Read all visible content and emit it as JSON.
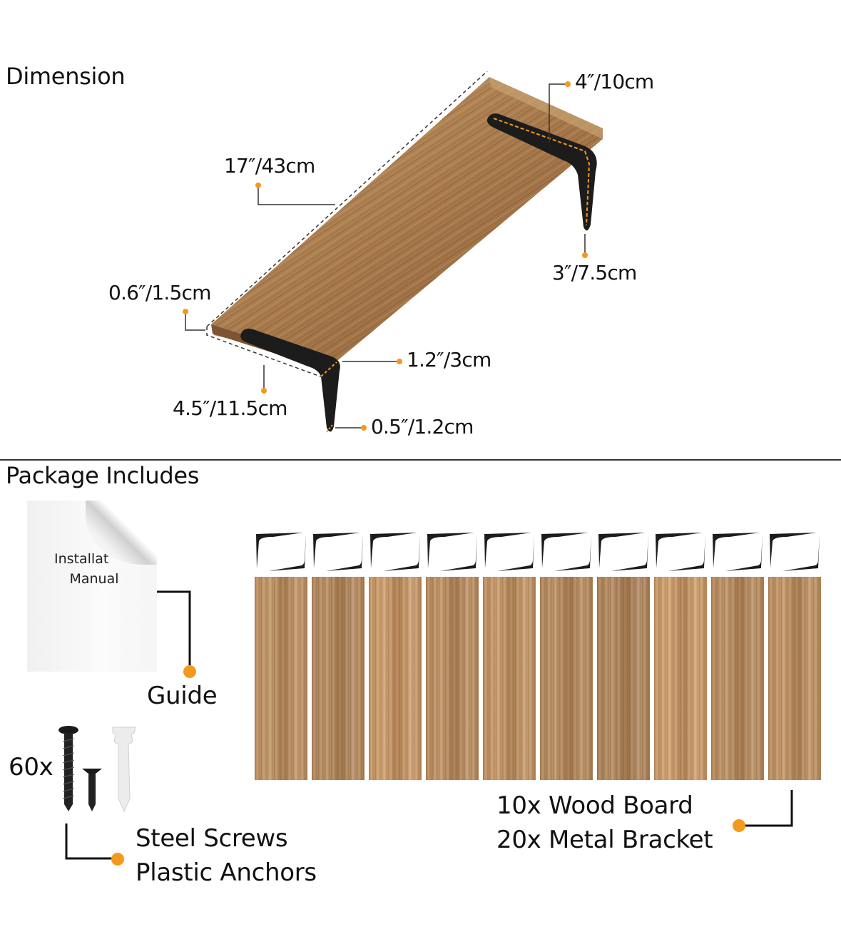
{
  "sections": {
    "dimension": {
      "title": "Dimension"
    },
    "package": {
      "title": "Package Includes"
    }
  },
  "dimensions": {
    "length": "17″/43cm",
    "bracket_top": "4″/10cm",
    "bracket_side": "3″/7.5cm",
    "thickness": "0.6″/1.5cm",
    "bracket_width": "1.2″/3cm",
    "depth": "4.5″/11.5cm",
    "bracket_thickness": "0.5″/1.2cm"
  },
  "package": {
    "manual": {
      "line1": "Installat",
      "line2": "Manual",
      "label": "Guide"
    },
    "hardware": {
      "count": "60x",
      "line1": "Steel Screws",
      "line2": "Plastic Anchors"
    },
    "boards": {
      "line1": "10x Wood Board",
      "line2": "20x Metal Bracket",
      "count": 10
    }
  },
  "colors": {
    "accent_dot": "#F39A1E",
    "line": "#222222",
    "bracket": "#1c1c1c",
    "wood": "#b98c5e"
  }
}
